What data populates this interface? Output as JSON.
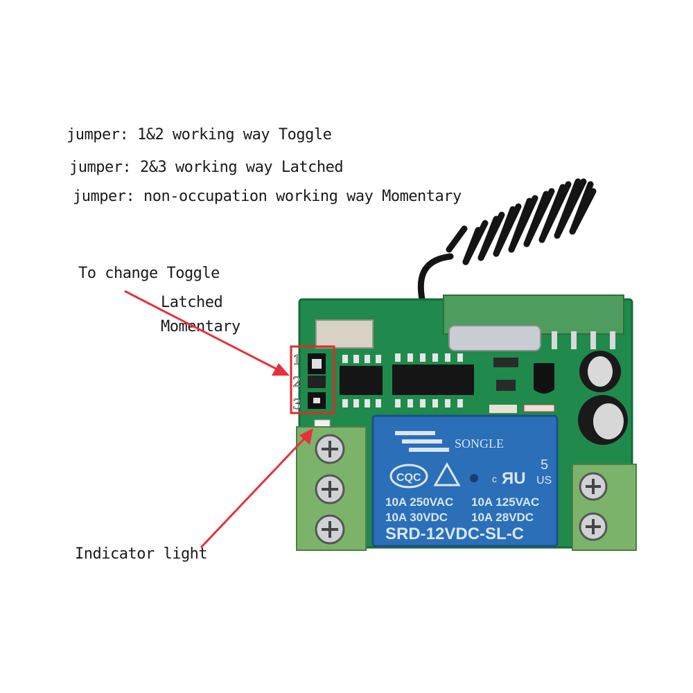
{
  "notes": {
    "line1": "jumper: 1&2 working way Toggle",
    "line2": "jumper: 2&3 working way Latched",
    "line3": "jumper: non-occupation working way Momentary"
  },
  "callout_change": {
    "title": "To  change Toggle",
    "opt_latched": "Latched",
    "opt_momentary": "Momentary"
  },
  "callout_indicator": "Indicator light",
  "jumper_pins": [
    "1",
    "2",
    "3"
  ],
  "relay": {
    "brand": "SONGLE",
    "cqc": "CQC",
    "number": "5",
    "us": "US",
    "c": "c",
    "rating_a1": "10A 250VAC",
    "rating_a2": "10A 125VAC",
    "rating_b1": "10A  30VDC",
    "rating_b2": "10A  28VDC",
    "model": "SRD-12VDC-SL-C"
  },
  "colors": {
    "pcb": "#1f8a4c",
    "relay": "#2a6fb8",
    "terminal": "#7cb36a",
    "arrow": "#e8303a",
    "highlight": "#e02a2a"
  }
}
